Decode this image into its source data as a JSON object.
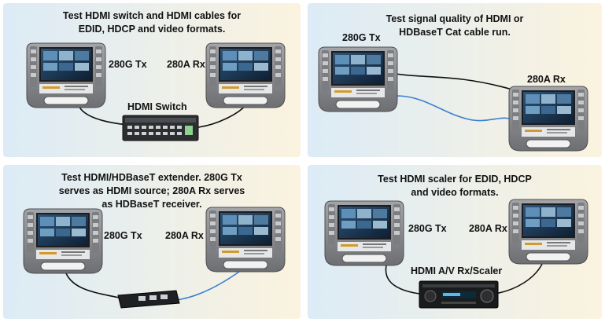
{
  "panels": [
    {
      "title_lines": [
        "Test HDMI switch and HDMI cables for",
        "EDID, HDCP and video formats."
      ],
      "tx_label": "280G Tx",
      "rx_label": "280A Rx",
      "device_label": "HDMI Switch"
    },
    {
      "title_lines": [
        "Test signal quality of HDMI or",
        "HDBaseT Cat cable run."
      ],
      "tx_label": "280G Tx",
      "rx_label": "280A Rx"
    },
    {
      "title_lines": [
        "Test HDMI/HDBaseT extender. 280G Tx",
        "serves as HDMI source; 280A Rx serves",
        "as HDBaseT receiver."
      ],
      "tx_label": "280G Tx",
      "rx_label": "280A Rx"
    },
    {
      "title_lines": [
        "Test HDMI scaler for EDID, HDCP",
        "and video formats."
      ],
      "tx_label": "280G Tx",
      "rx_label": "280A Rx",
      "device_label": "HDMI A/V Rx/Scaler"
    }
  ],
  "colors": {
    "panel_gradient_start": "#dcebf6",
    "panel_gradient_end": "#fbf3df",
    "device_body": "#8a8c8e",
    "device_dark": "#5e6063",
    "screen": "#1d3550",
    "hdmi_cable": "#111111",
    "cat_cable": "#3a7fd0"
  }
}
